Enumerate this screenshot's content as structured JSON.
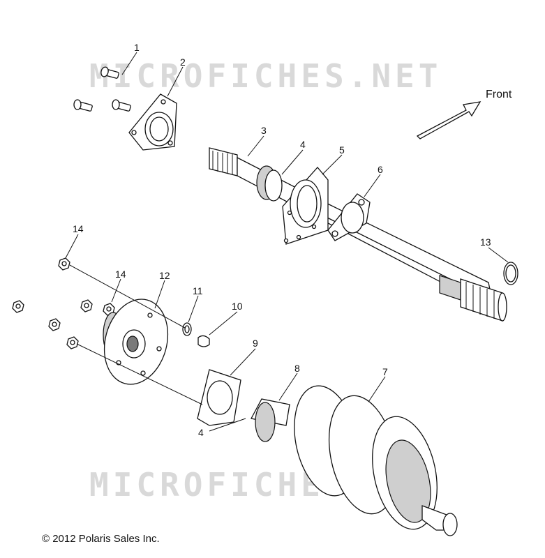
{
  "watermark_top": "MICROFICHES.NET",
  "watermark_bottom": "MICROFICHES.NET",
  "front_label": "Front",
  "copyright": "© 2012 Polaris Sales Inc.",
  "callouts": [
    "1",
    "2",
    "3",
    "4",
    "5",
    "6",
    "13",
    "14",
    "14",
    "12",
    "11",
    "10",
    "9",
    "8",
    "7",
    "4"
  ]
}
